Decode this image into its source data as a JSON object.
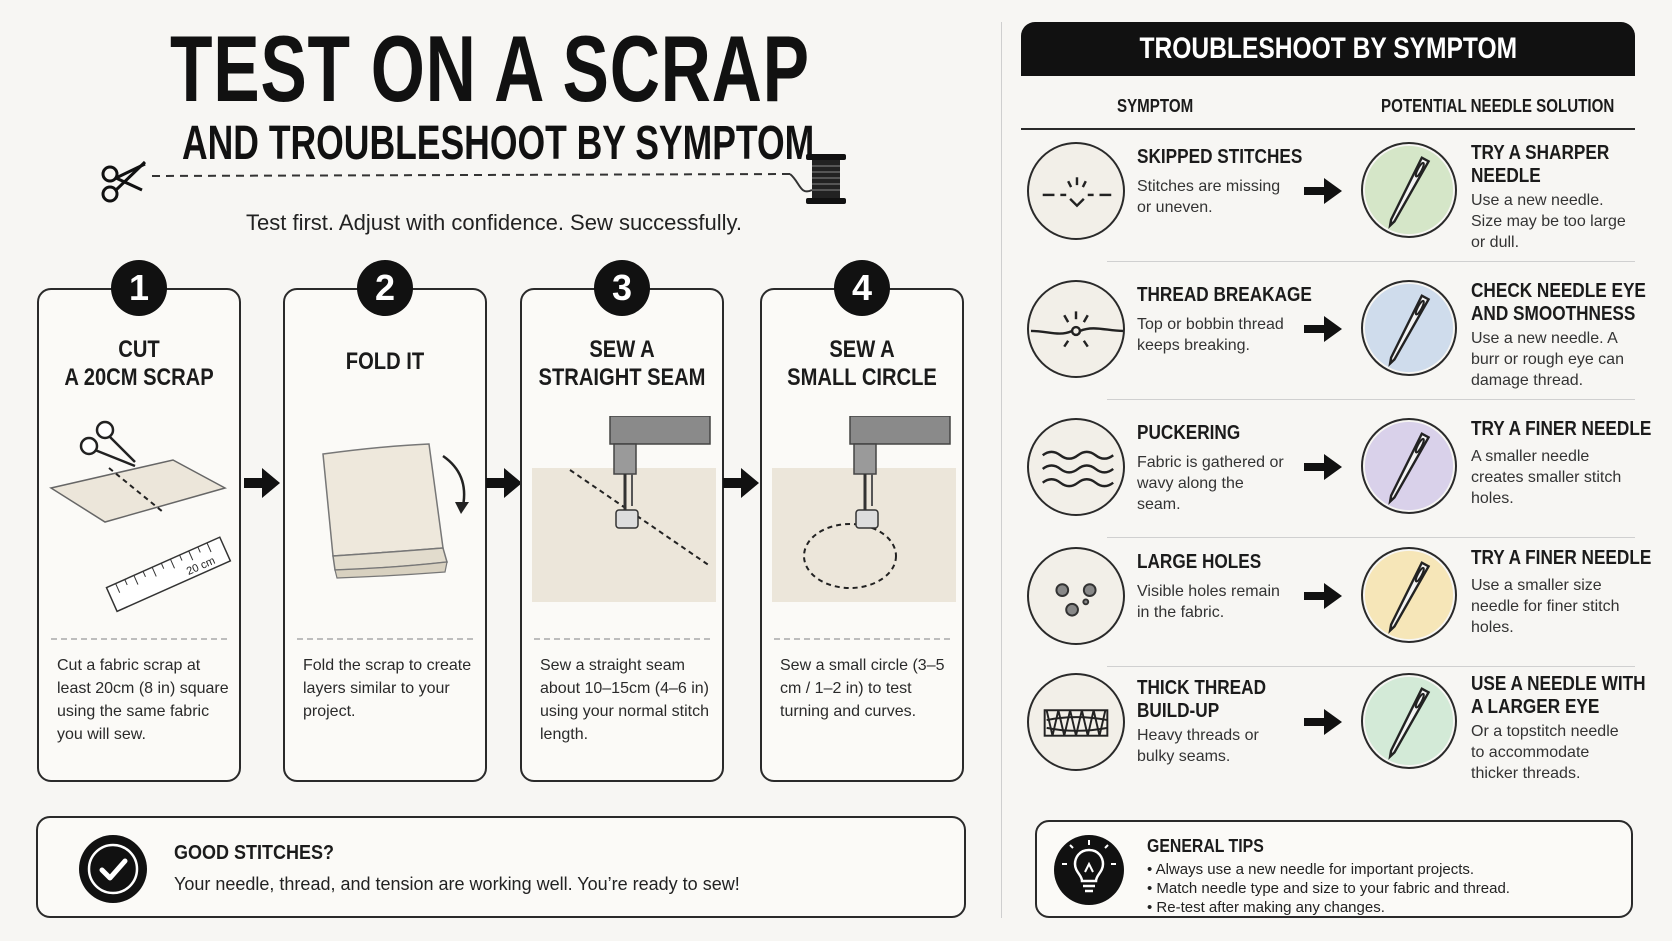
{
  "header": {
    "title": "TEST ON A SCRAP",
    "subtitle": "AND  TROUBLESHOOT BY SYMPTOM",
    "tagline": "Test first. Adjust with confidence. Sew successfully."
  },
  "steps": [
    {
      "number": "1",
      "title_line1": "CUT",
      "title_line2": "A 20CM SCRAP",
      "ruler_label": "20 cm",
      "description": "Cut a fabric scrap at least 20cm (8 in) square using the same fabric you will sew."
    },
    {
      "number": "2",
      "title_line1": "FOLD IT",
      "title_line2": "",
      "description": "Fold the scrap to create layers similar to your project."
    },
    {
      "number": "3",
      "title_line1": "SEW A",
      "title_line2": "STRAIGHT SEAM",
      "description": "Sew a straight seam about 10–15cm (4–6 in) using your normal stitch length."
    },
    {
      "number": "4",
      "title_line1": "SEW A",
      "title_line2": "SMALL CIRCLE",
      "description": "Sew a small circle (3–5 cm / 1–2 in) to test turning and curves."
    }
  ],
  "good_stitches": {
    "title": "GOOD STITCHES?",
    "text": "Your needle, thread, and tension are working well. You’re ready to sew!"
  },
  "troubleshoot": {
    "header": "TROUBLESHOOT BY SYMPTOM",
    "col_symptom": "SYMPTOM",
    "col_solution": "POTENTIAL NEEDLE SOLUTION",
    "rows": [
      {
        "icon": "skipped-stitches-icon",
        "symptom_title_1": "SKIPPED STITCHES",
        "symptom_title_2": "",
        "symptom_desc": "Stitches are missing or uneven.",
        "solution_title_1": "TRY A SHARPER",
        "solution_title_2": "NEEDLE",
        "solution_desc": "Use a new needle. Size may be too large or dull.",
        "color": "#d5e6c8"
      },
      {
        "icon": "thread-breakage-icon",
        "symptom_title_1": "THREAD BREAKAGE",
        "symptom_title_2": "",
        "symptom_desc": "Top or bobbin thread keeps breaking.",
        "solution_title_1": "CHECK NEEDLE EYE",
        "solution_title_2": "AND SMOOTHNESS",
        "solution_desc": "Use a new needle. A burr or rough eye can damage thread.",
        "color": "#cfdcec"
      },
      {
        "icon": "puckering-icon",
        "symptom_title_1": "PUCKERING",
        "symptom_title_2": "",
        "symptom_desc": "Fabric is gathered or wavy along the seam.",
        "solution_title_1": "TRY A FINER NEEDLE",
        "solution_title_2": "",
        "solution_desc": "A smaller needle creates smaller stitch holes.",
        "color": "#d9d1ea"
      },
      {
        "icon": "large-holes-icon",
        "symptom_title_1": "LARGE HOLES",
        "symptom_title_2": "",
        "symptom_desc": "Visible holes remain in the fabric.",
        "solution_title_1": "TRY A FINER NEEDLE",
        "solution_title_2": "",
        "solution_desc": "Use a smaller size needle for finer stitch holes.",
        "color": "#f6e6b8"
      },
      {
        "icon": "thick-thread-icon",
        "symptom_title_1": "THICK THREAD",
        "symptom_title_2": "BUILD-UP",
        "symptom_desc": "Heavy threads or bulky seams.",
        "solution_title_1": "USE A NEEDLE WITH",
        "solution_title_2": "A LARGER EYE",
        "solution_desc": "Or a topstitch needle to accommodate thicker threads.",
        "color": "#d3ead7"
      }
    ]
  },
  "general_tips": {
    "title": "GENERAL TIPS",
    "items": [
      "Always use a new needle for important projects.",
      "Match needle type and size to your fabric and thread.",
      "Re-test after making any changes."
    ]
  }
}
